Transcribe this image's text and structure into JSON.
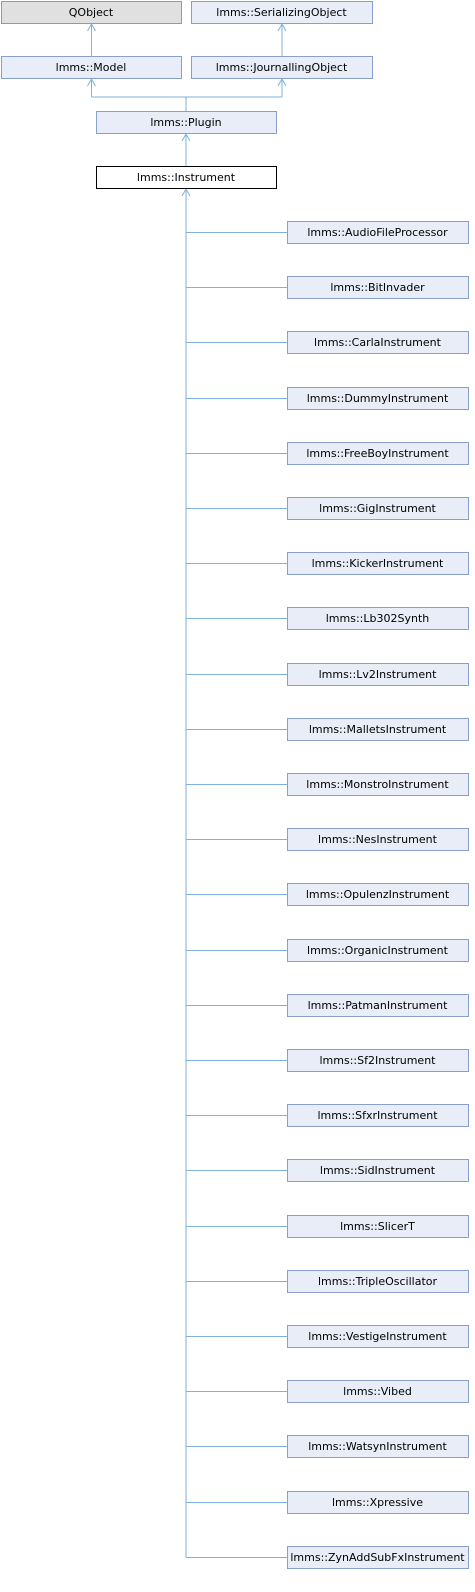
{
  "diagram": {
    "colors": {
      "node_fill": "#e8edf7",
      "node_border": "#8aa0cc",
      "gray_fill": "#e0e0e0",
      "current_border": "#000000",
      "edge": "#7fb2dd"
    },
    "nodes": [
      {
        "id": "qobject",
        "label": "QObject",
        "style": "gray"
      },
      {
        "id": "serializing",
        "label": "lmms::SerializingObject",
        "style": "plain"
      },
      {
        "id": "model",
        "label": "lmms::Model",
        "style": "plain"
      },
      {
        "id": "journalling",
        "label": "lmms::JournallingObject",
        "style": "plain"
      },
      {
        "id": "plugin",
        "label": "lmms::Plugin",
        "style": "plain"
      },
      {
        "id": "instrument",
        "label": "lmms::Instrument",
        "style": "current"
      }
    ],
    "children": [
      "lmms::AudioFileProcessor",
      "lmms::BitInvader",
      "lmms::CarlaInstrument",
      "lmms::DummyInstrument",
      "lmms::FreeBoyInstrument",
      "lmms::GigInstrument",
      "lmms::KickerInstrument",
      "lmms::Lb302Synth",
      "lmms::Lv2Instrument",
      "lmms::MalletsInstrument",
      "lmms::MonstroInstrument",
      "lmms::NesInstrument",
      "lmms::OpulenzInstrument",
      "lmms::OrganicInstrument",
      "lmms::PatmanInstrument",
      "lmms::Sf2Instrument",
      "lmms::SfxrInstrument",
      "lmms::SidInstrument",
      "lmms::SlicerT",
      "lmms::TripleOscillator",
      "lmms::VestigeInstrument",
      "lmms::Vibed",
      "lmms::WatsynInstrument",
      "lmms::Xpressive",
      "lmms::ZynAddSubFxInstrument"
    ]
  }
}
